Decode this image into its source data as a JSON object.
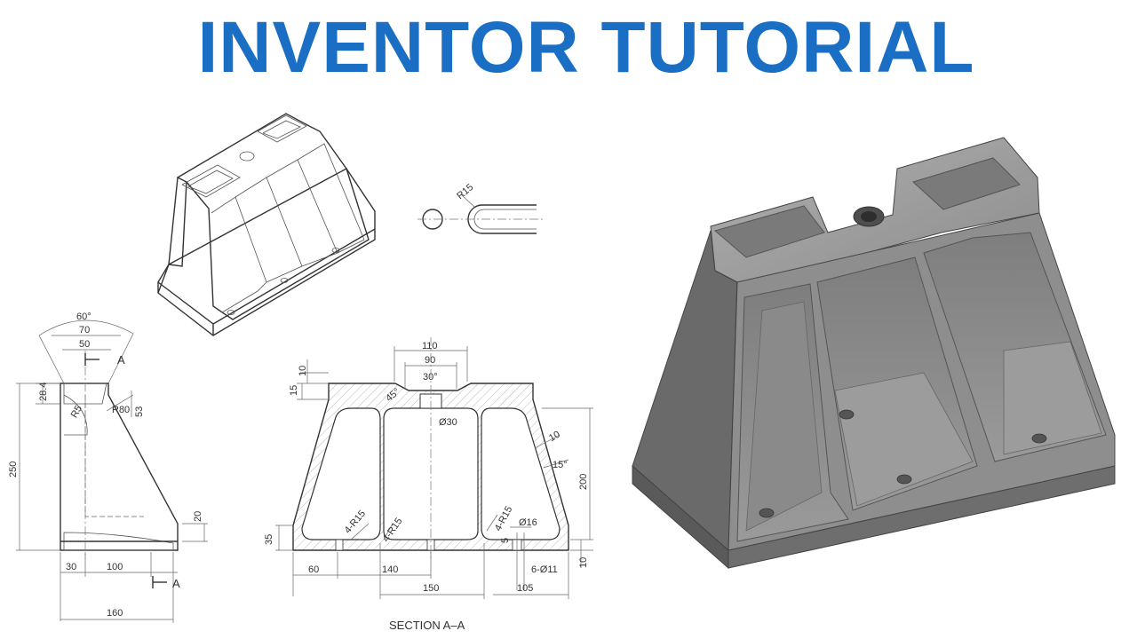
{
  "title": "INVENTOR TUTORIAL",
  "colors": {
    "title": "#1a6fc4",
    "model_base": "#8a8a8a",
    "model_light": "#b5b5b5",
    "model_dark": "#5e5e5e",
    "line": "#333333"
  },
  "side_view": {
    "dims": {
      "angle_60": "60°",
      "d70": "70",
      "d50": "50",
      "section_mark_top": "A",
      "d28_4": "28.4",
      "r80": "R80",
      "d53": "53",
      "d250": "250",
      "d20": "20",
      "d30": "30",
      "d100": "100",
      "section_mark_bottom": "A",
      "d160": "160",
      "r5": "R5"
    }
  },
  "slot_detail": {
    "r15": "R15"
  },
  "section_view": {
    "dims": {
      "d110": "110",
      "d90": "90",
      "d10_top": "10",
      "d15": "15",
      "angle_30": "30°",
      "angle_45": "45°",
      "dia30": "Ø30",
      "d200": "200",
      "d10_right": "10",
      "angle_15": "15°",
      "r15_left_a": "4-R15",
      "r15_left_b": "4-R15",
      "r15_right": "4-R15",
      "dia16": "Ø16",
      "d5": "5",
      "d35": "35",
      "d60": "60",
      "d140": "140",
      "d150": "150",
      "d6_dia11": "6-Ø11",
      "d105": "105",
      "d10_bottom": "10"
    },
    "caption": "SECTION A–A"
  }
}
